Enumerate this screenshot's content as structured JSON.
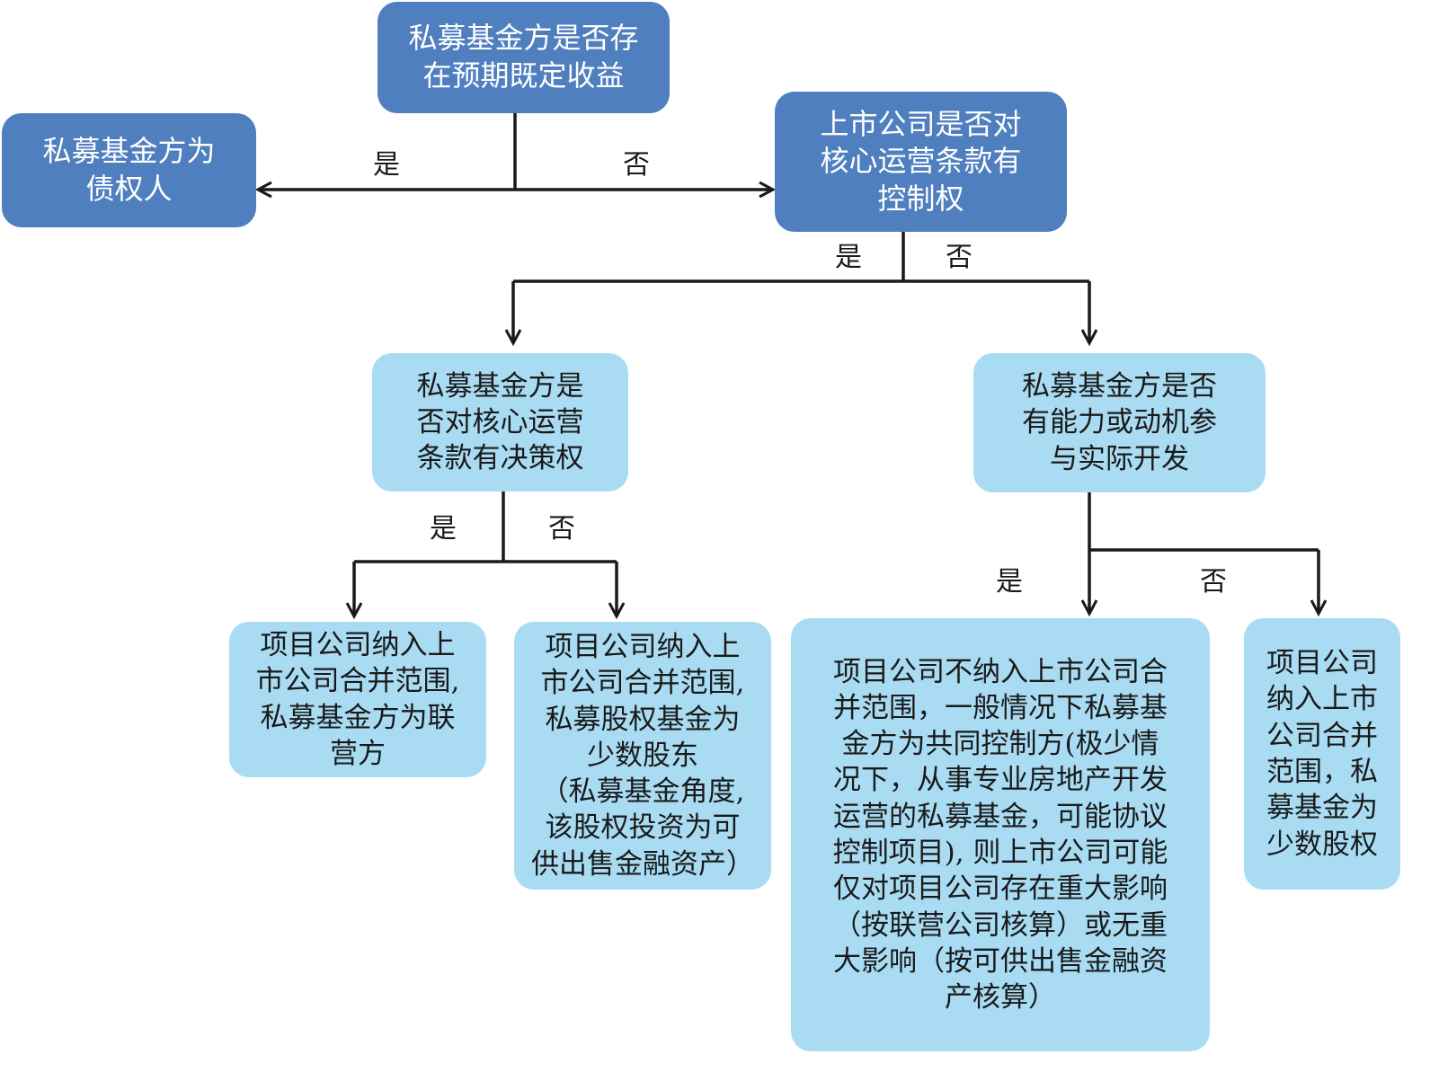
{
  "colors": {
    "dark_box": "#4f7fbe",
    "light_box": "#a9dcf3",
    "line": "#1a1a1a"
  },
  "nodes": {
    "q1": "私募基金方是否存\n在预期既定收益",
    "creditor": "私募基金方为\n债权人",
    "q2": "上市公司是否对\n核心运营条款有\n控制权",
    "q3": "私募基金方是\n否对核心运营\n条款有决策权",
    "q4": "私募基金方是否\n有能力或动机参\n与实际开发",
    "r1": "项目公司纳入上\n市公司合并范围,\n私募基金方为联\n营方",
    "r2": "项目公司纳入上\n市公司合并范围,\n私募股权基金为\n少数股东\n（私募基金角度,\n该股权投资为可\n供出售金融资产）",
    "r3": "项目公司不纳入上市公司合\n并范围，一般情况下私募基\n金方为共同控制方(极少情\n况下，从事专业房地产开发\n运营的私募基金，可能协议\n控制项目), 则上市公司可能\n仅对项目公司存在重大影响\n（按联营公司核算）或无重\n大影响（按可供出售金融资\n产核算）",
    "r4": "项目公司\n纳入上市\n公司合并\n范围，私\n募基金为\n少数股权"
  },
  "labels": {
    "q1_yes": "是",
    "q1_no": "否",
    "q2_yes": "是",
    "q2_no": "否",
    "q3_yes": "是",
    "q3_no": "否",
    "q4_yes": "是",
    "q4_no": "否"
  }
}
